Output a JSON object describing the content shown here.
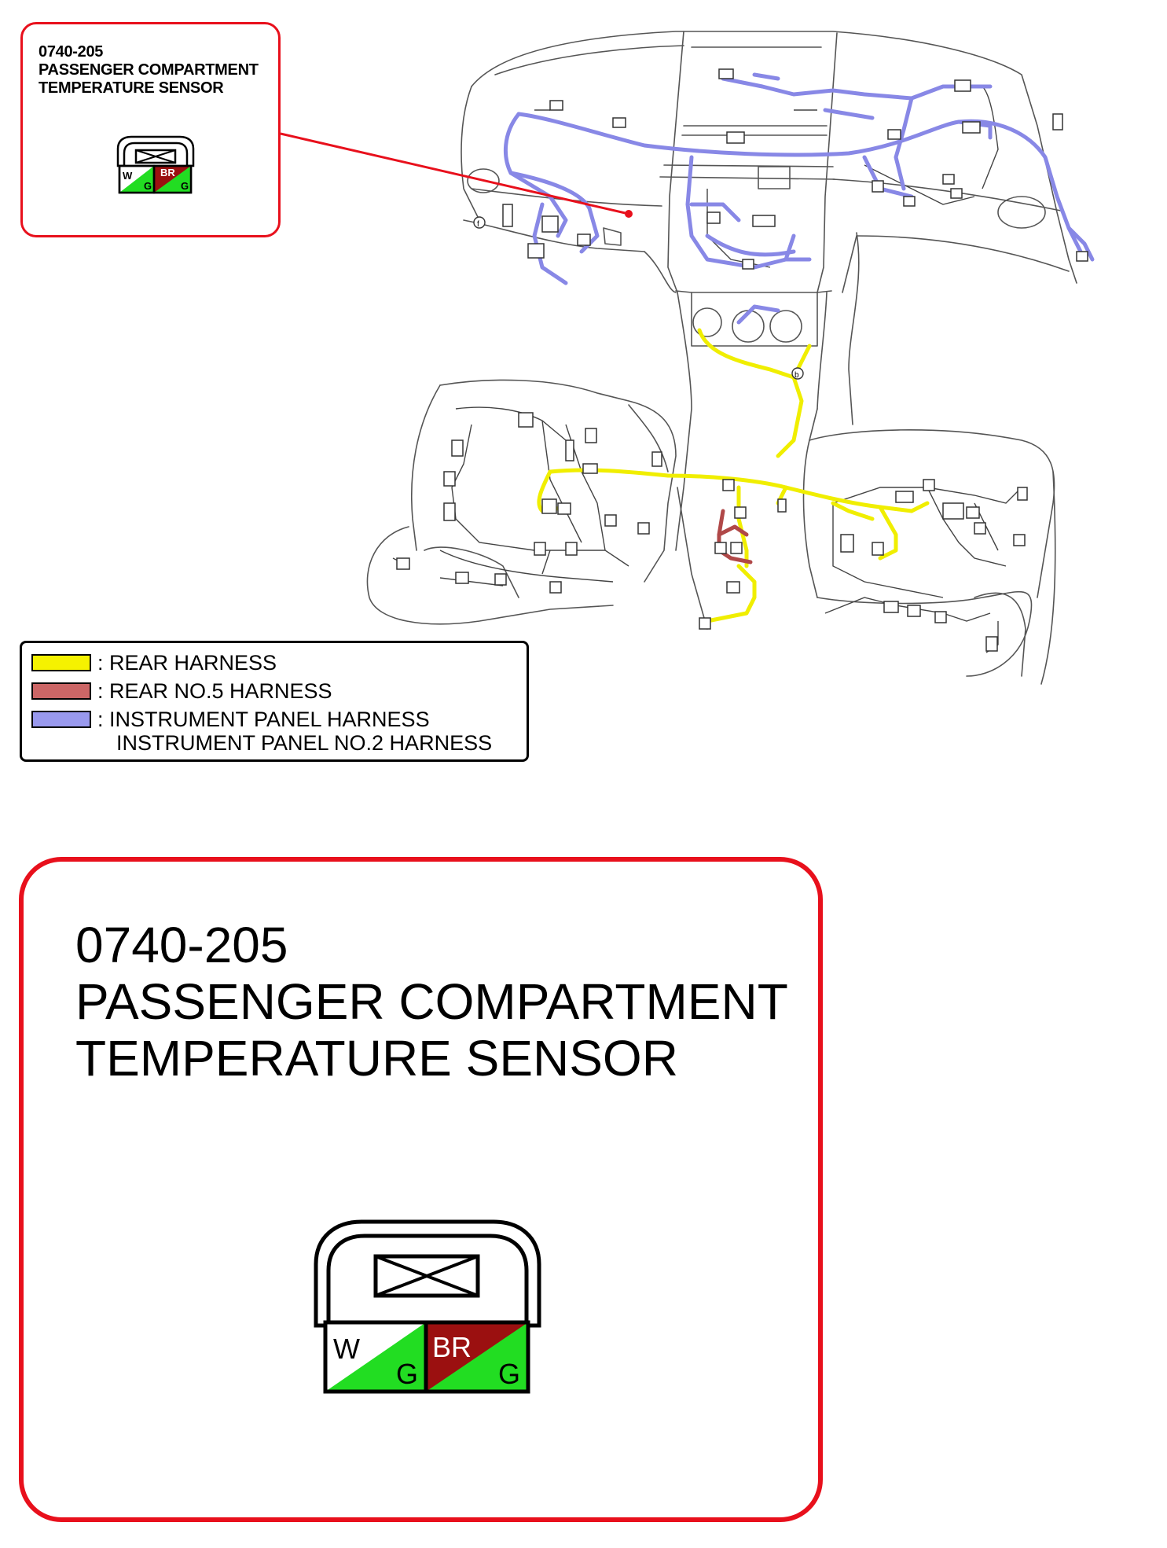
{
  "callout_small": {
    "part_number": "0740-205",
    "name_line1": "PASSENGER COMPARTMENT",
    "name_line2": "TEMPERATURE SENSOR"
  },
  "callout_big": {
    "part_number": "0740-205",
    "name_line1": "PASSENGER COMPARTMENT",
    "name_line2": "TEMPERATURE SENSOR"
  },
  "connector": {
    "pins": [
      {
        "top_color_code": "W",
        "bottom_color_code": "G",
        "top_fill": "#ffffff",
        "bottom_fill": "#22dd22"
      },
      {
        "top_color_code": "BR",
        "bottom_color_code": "G",
        "top_fill": "#9b1010",
        "bottom_fill": "#22dd22"
      }
    ]
  },
  "legend": {
    "items": [
      {
        "label": ": REAR HARNESS",
        "color": "#f5f200"
      },
      {
        "label": ": REAR NO.5 HARNESS",
        "color": "#cc6666"
      },
      {
        "label": ": INSTRUMENT PANEL HARNESS",
        "color": "#9999ee"
      }
    ],
    "extra_line": "INSTRUMENT PANEL NO.2 HARNESS"
  },
  "colors": {
    "callout_border": "#e8101c",
    "leader_line": "#e8101c",
    "instrument_panel_harness": "#8888e6",
    "rear_harness": "#f0ee00",
    "rear_no5_harness": "#b04848"
  },
  "diagram": {
    "markers": [
      "b",
      "f"
    ]
  }
}
